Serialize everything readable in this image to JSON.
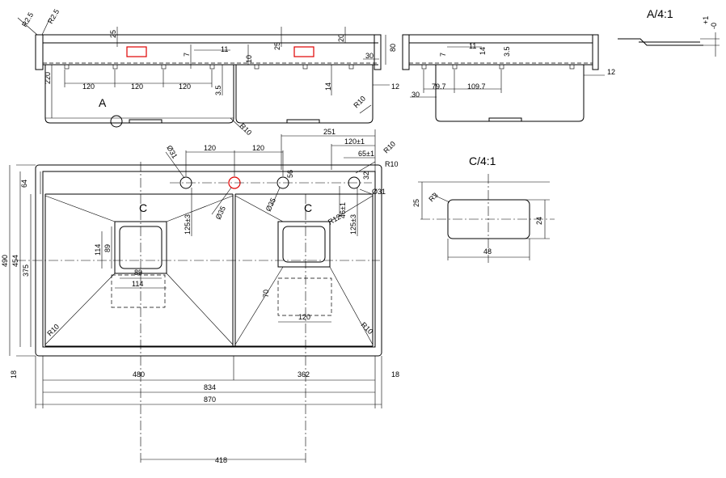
{
  "labels": {
    "detail_a": "A/4:1",
    "detail_c": "C/4:1",
    "callout_a": "A",
    "section_c_left": "C",
    "section_c_right": "C",
    "tol_plus": "+1",
    "tol_minus": "-0"
  },
  "top_view": {
    "r25_left": "R2.5",
    "r25_right": "R2.5",
    "d25_a": "25",
    "d25_b": "25",
    "d20": "20",
    "d80": "80",
    "d30": "30",
    "d11": "11",
    "d7": "7",
    "d10": "10",
    "d14": "14",
    "d3_5": "3.5",
    "d220": "220",
    "d120_a": "120",
    "d120_b": "120",
    "d120_c": "120",
    "d12": "12",
    "r10_a": "R10",
    "r10_b": "R10"
  },
  "side_view": {
    "d11": "11",
    "d7": "7",
    "d14": "14",
    "d3_5": "3.5",
    "d79_7": "79.7",
    "d109_7": "109.7",
    "d30": "30",
    "d12": "12"
  },
  "plan_view": {
    "d120_l": "120",
    "d120_r": "120",
    "d251": "251",
    "d120pm1": "120±1",
    "d65pm1": "65±1",
    "r10_top": "R10",
    "r10_top2": "R10",
    "phi31_l": "Ø31",
    "phi31_r": "Ø31",
    "phi35_l": "Ø35",
    "phi35_r": "Ø35",
    "d56": "56",
    "d32": "32",
    "d64": "64",
    "d490": "490",
    "d454": "454",
    "d375": "375",
    "d125pm3_l": "125±3",
    "d125pm3_r": "125±3",
    "d46pm1": "46±1",
    "r12": "R12",
    "d114_v": "114",
    "d89_v": "89",
    "d89_h": "89",
    "d114_h": "114",
    "d70": "70",
    "d120_drain": "120",
    "r10_bl": "R10",
    "r10_br": "R10",
    "d18_l": "18",
    "d18_r": "18",
    "d480": "480",
    "d362": "362",
    "d834": "834",
    "d870": "870",
    "d418": "418"
  },
  "detail_c": {
    "d25": "25",
    "r3": "R3",
    "d24": "24",
    "d48": "48"
  }
}
